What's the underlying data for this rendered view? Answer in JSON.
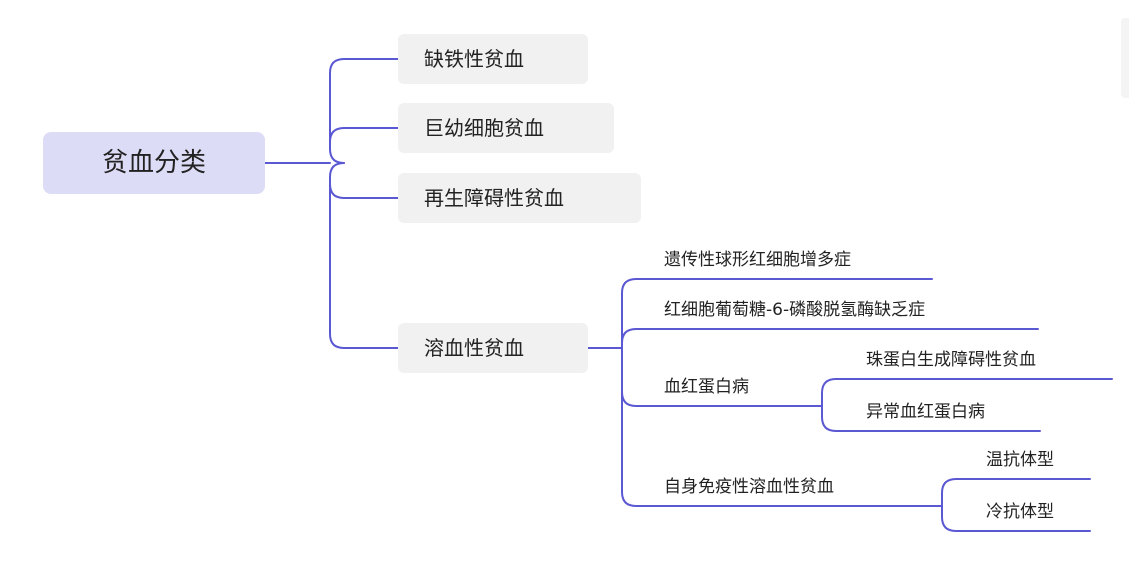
{
  "diagram": {
    "root": "贫血分类",
    "level1": {
      "iron": "缺铁性贫血",
      "megaloblastic": "巨幼细胞贫血",
      "aplastic": "再生障碍性贫血",
      "hemolytic": "溶血性贫血"
    },
    "hemolytic_children": {
      "spherocytosis": "遗传性球形红细胞增多症",
      "g6pd": "红细胞葡萄糖-6-磷酸脱氢酶缺乏症",
      "hemoglobinopathy": "血红蛋白病",
      "autoimmune": "自身免疫性溶血性贫血"
    },
    "hemoglobinopathy_children": {
      "thalassemia": "珠蛋白生成障碍性贫血",
      "abnormal_hb": "异常血红蛋白病"
    },
    "autoimmune_children": {
      "warm": "温抗体型",
      "cold": "冷抗体型"
    }
  },
  "colors": {
    "connector": "#5b58d3",
    "root_fill": "#dddcf6",
    "level1_fill": "#f1f1f1",
    "text": "#222222"
  }
}
